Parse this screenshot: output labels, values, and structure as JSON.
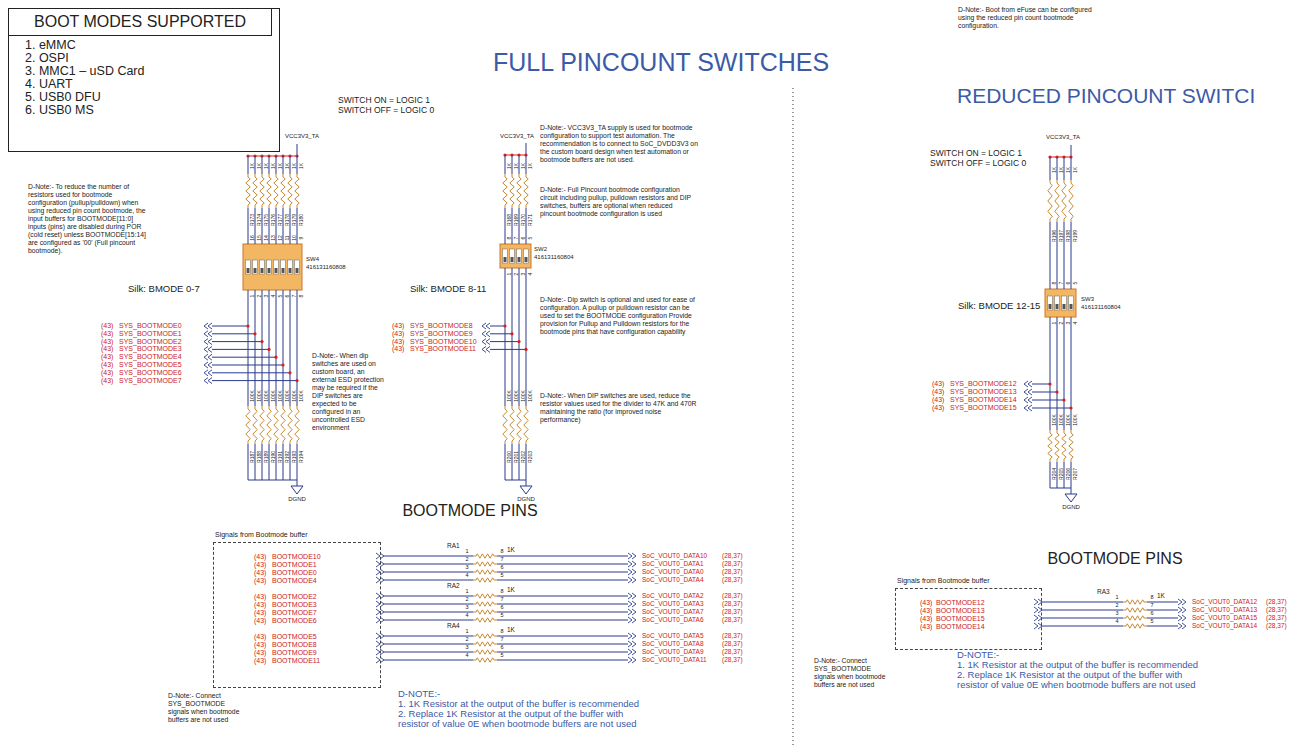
{
  "diagram": {
    "title": "FULL PINCOUNT SWITCHES",
    "nodes": [
      {
        "text": [
          "BOOT MODES SUPPORTED",
          "1. eMMC",
          "2. OSPI",
          "3. MMC1 – uSD Card",
          "4. UART",
          "5. USB0 DFU",
          "6. USB0 MS"
        ]
      },
      {
        "text": [
          "Signals from Bootmode buffer",
          "(43)",
          "BOOTMODE10",
          "(43)",
          "BOOTMODE1",
          "(43)",
          "BOOTMODE0",
          "(43)",
          "BOOTMODE4",
          "(43)",
          "BOOTMODE2",
          "(43)",
          "BOOTMODE3",
          "(43)",
          "BOOTMODE7",
          "(43)",
          "BOOTMODE6",
          "(43)",
          "BOOTMODE5",
          "(43)",
          "BOOTMODE8",
          "(43)",
          "BOOTMODE9",
          "(43)",
          "BOOTMODE11"
        ]
      },
      {
        "text": [
          "Signals from Bootmode buffer",
          "(43)",
          "BOOTMODE12",
          "(43)",
          "BOOTMODE13",
          "(43)",
          "BOOTMODE15",
          "(43)",
          "BOOTMODE14"
        ]
      }
    ],
    "labels": [
      "REDUCED PINCOUNT SWITCI",
      "SWITCH ON = LOGIC 1",
      "SWITCH OFF = LOGIC 0",
      "SWITCH ON = LOGIC 1",
      "SWITCH OFF = LOGIC 0",
      "D-Note:- To reduce the number of resistors used for bootmode configuration (pullup/pulldown) when using reduced pin count bootmode, the input buffers for BOOTMODE[11:0] inputs (pins) are disabled during POR (cold reset) unless BOOTMODE[15:14] are configured as '00' (Full pincount bootmode).",
      "D-Note:- When dip switches are used on custom board, an external ESD protection may be required if the DIP switches are expected to be configured in an uncontrolled ESD environment",
      "D-Note:- VCC3V3_TA supply is used for bootmode configuration to support test automation. The recommendation is to connect to SoC_DVDD3V3 on the custom board design when test automation or bootmode buffers are not used.",
      "D-Note:- Full Pincount bootmode configuration circuit including pullup, pulldown resistors and DIP switches, buffers are optional when reduced pincount bootmode configuration is used",
      "D-Note:- Dip switch is optional and used for ease of configuration. A pullup or pulldown resistor can be used to set the BOOTMODE configuration Provide provision for Pullup and Pulldown resistors for the bootmode pins that have configuration capability",
      "D-Note:- When DIP switches are used, reduce the resistor values used for the divider to 47K and 470R maintaining the ratio (for improved noise performance)",
      "D-Note:- Boot from eFuse can be configured using the reduced pin count bootmode configuration.",
      "BOOTMODE PINS",
      "BOOTMODE PINS",
      "D-Note:- Connect SYS_BOOTMODE signals when bootmode buffers are not used",
      "D-Note:- Connect SYS_BOOTMODE signals when bootmode buffers are not used",
      "D-NOTE:-",
      "1. 1K Resistor at the output of the buffer is recommended",
      "2. Replace 1K Resistor at the output of the buffer with resistor of value 0E when bootmode buffers are not used",
      "D-NOTE:-",
      "1. 1K Resistor at the output of the buffer is recommended",
      "2. Replace 1K Resistor at the output of the buffer with resistor of value 0E when bootmode buffers are not used",
      "VCC3V3_TA",
      "Silk: BMODE 0-7",
      "SW4",
      "416131160808",
      "DGND",
      "1K",
      "R173",
      "16",
      "1",
      "(43)",
      "SYS_BOOTMODE0",
      "100K",
      "R187",
      "1K",
      "R174",
      "15",
      "2",
      "(43)",
      "SYS_BOOTMODE1",
      "100K",
      "R188",
      "1K",
      "R175",
      "14",
      "3",
      "(43)",
      "SYS_BOOTMODE2",
      "100K",
      "R189",
      "1K",
      "R176",
      "13",
      "4",
      "(43)",
      "SYS_BOOTMODE3",
      "100K",
      "R190",
      "1K",
      "R177",
      "12",
      "5",
      "(43)",
      "SYS_BOOTMODE4",
      "100K",
      "R191",
      "1K",
      "R178",
      "11",
      "6",
      "(43)",
      "SYS_BOOTMODE5",
      "100K",
      "R192",
      "1K",
      "R179",
      "10",
      "7",
      "(43)",
      "SYS_BOOTMODE6",
      "100K",
      "R193",
      "1K",
      "R180",
      "9",
      "8",
      "(43)",
      "SYS_BOOTMODE7",
      "100K",
      "R194",
      "VCC3V3_TA",
      "Silk: BMODE 8-11",
      "SW2",
      "416131160804",
      "DGND",
      "1K",
      "R168",
      "8",
      "1",
      "(43)",
      "SYS_BOOTMODE8",
      "100K",
      "R200",
      "1K",
      "R169",
      "7",
      "2",
      "(43)",
      "SYS_BOOTMODE9",
      "100K",
      "R201",
      "1K",
      "R170",
      "6",
      "3",
      "(43)",
      "SYS_BOOTMODE10",
      "100K",
      "R202",
      "1K",
      "R171",
      "5",
      "4",
      "(43)",
      "SYS_BOOTMODE11",
      "100K",
      "R203",
      "VCC3V3_TA",
      "Silk: BMODE 12-15",
      "SW3",
      "416131160804",
      "DGND",
      "1K",
      "R196",
      "8",
      "1",
      "(43)",
      "SYS_BOOTMODE12",
      "100K",
      "R204",
      "1K",
      "R197",
      "7",
      "2",
      "(43)",
      "SYS_BOOTMODE13",
      "100K",
      "R205",
      "1K",
      "R198",
      "6",
      "3",
      "(43)",
      "SYS_BOOTMODE14",
      "100K",
      "R206",
      "1K",
      "R199",
      "5",
      "4",
      "(43)",
      "SYS_BOOTMODE15",
      "100K",
      "R207",
      "RA1",
      "1K",
      "1",
      "8",
      "SoC_VOUT0_DATA10",
      "(28,37)",
      "2",
      "7",
      "SoC_VOUT0_DATA1",
      "(28,37)",
      "3",
      "6",
      "SoC_VOUT0_DATA0",
      "(28,37)",
      "4",
      "5",
      "SoC_VOUT0_DATA4",
      "(28,37)",
      "RA2",
      "1K",
      "1",
      "8",
      "SoC_VOUT0_DATA2",
      "(28,37)",
      "2",
      "7",
      "SoC_VOUT0_DATA3",
      "(28,37)",
      "3",
      "6",
      "SoC_VOUT0_DATA7",
      "(28,37)",
      "4",
      "5",
      "SoC_VOUT0_DATA6",
      "(28,37)",
      "RA4",
      "1K",
      "1",
      "8",
      "SoC_VOUT0_DATA5",
      "(28,37)",
      "2",
      "7",
      "SoC_VOUT0_DATA8",
      "(28,37)",
      "3",
      "6",
      "SoC_VOUT0_DATA9",
      "(28,37)",
      "4",
      "5",
      "SoC_VOUT0_DATA11",
      "(28,37)",
      "RA3",
      "1K",
      "1",
      "8",
      "SoC_VOUT0_DATA12",
      "(28,37)",
      "2",
      "7",
      "SoC_VOUT0_DATA13",
      "(28,37)",
      "3",
      "6",
      "SoC_VOUT0_DATA15",
      "(28,37)",
      "4",
      "5",
      "SoC_VOUT0_DATA14",
      "(28,37)"
    ]
  }
}
